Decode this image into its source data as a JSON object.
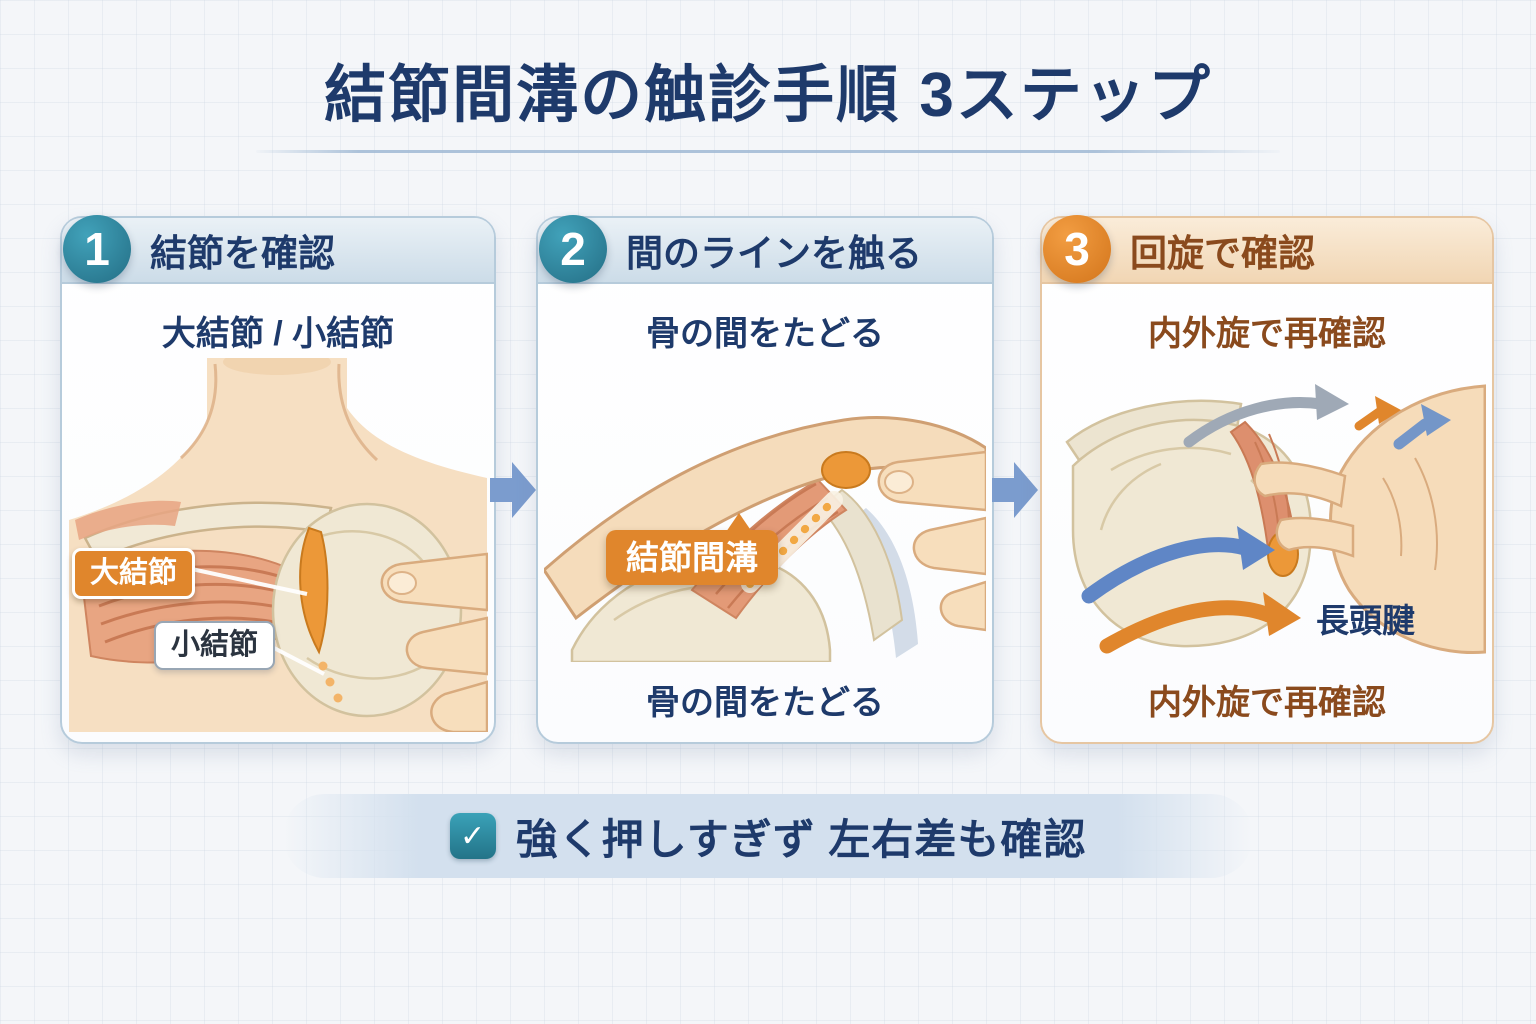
{
  "title": "結節間溝の触診手順 3ステップ",
  "steps": [
    {
      "number": "1",
      "title": "結節を確認",
      "subtitle": "大結節 / 小結節",
      "label_greater": "大結節",
      "label_lesser": "小結節"
    },
    {
      "number": "2",
      "title": "間のラインを触る",
      "subtitle": "骨の間をたどる",
      "groove_label": "結節間溝",
      "bottom_text": "骨の間をたどる"
    },
    {
      "number": "3",
      "title": "回旋で確認",
      "subtitle": "内外旋で再確認",
      "tendon_label": "長頭腱",
      "bottom_text": "内外旋で再確認"
    }
  ],
  "footer": {
    "check_icon": "✓",
    "text": "強く押しすぎず 左右差も確認"
  },
  "colors": {
    "navy": "#1e3a6b",
    "teal": "#2e86a0",
    "orange": "#e0862c",
    "step3_text": "#8a4a1d",
    "arrow_blue": "#7b9cce"
  }
}
